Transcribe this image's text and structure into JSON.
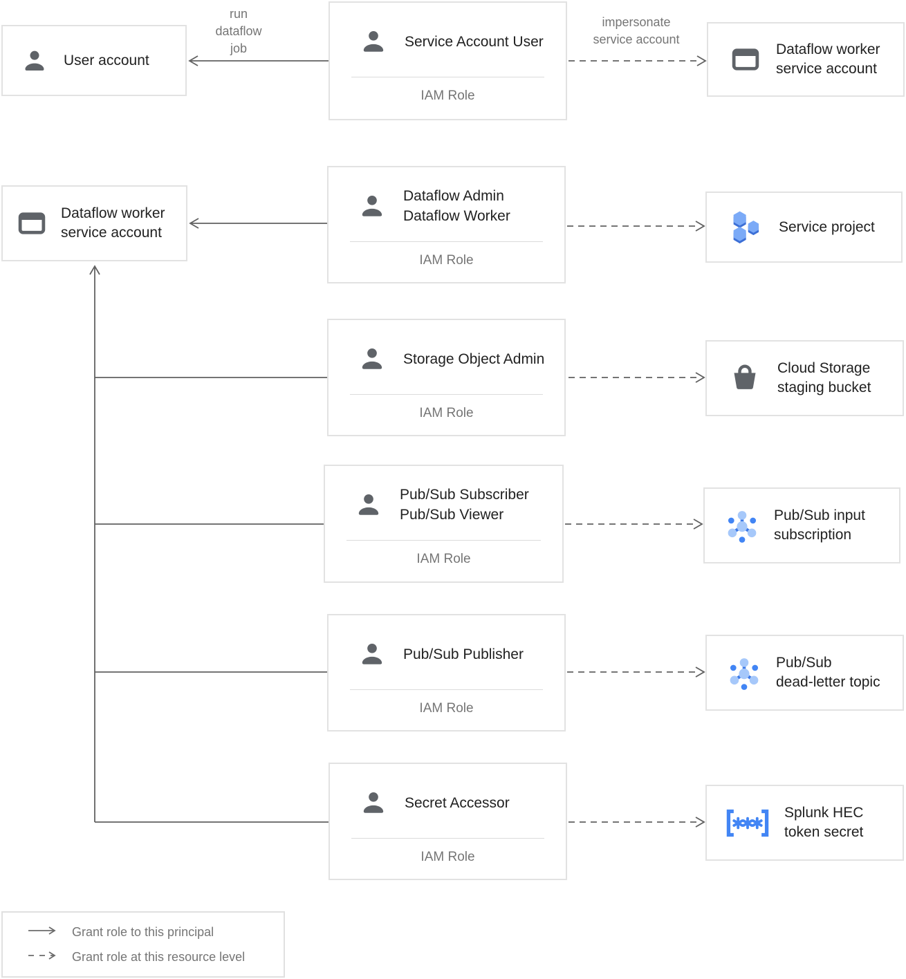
{
  "boxes": {
    "user_account": {
      "label": "User account"
    },
    "sa_user_role": {
      "title": "Service Account User",
      "subtitle": "IAM Role"
    },
    "dw_sa_top": {
      "line1": "Dataflow worker",
      "line2": "service account"
    },
    "dw_sa_left": {
      "line1": "Dataflow worker",
      "line2": "service account"
    },
    "dataflow_role": {
      "title1": "Dataflow Admin",
      "title2": "Dataflow Worker",
      "subtitle": "IAM Role"
    },
    "service_project": {
      "label": "Service project"
    },
    "storage_role": {
      "title": "Storage Object Admin",
      "subtitle": "IAM Role"
    },
    "staging_bucket": {
      "line1": "Cloud Storage",
      "line2": "staging bucket"
    },
    "pubsub_sub_role": {
      "title1": "Pub/Sub Subscriber",
      "title2": "Pub/Sub Viewer",
      "subtitle": "IAM Role"
    },
    "pubsub_input": {
      "line1": "Pub/Sub input",
      "line2": "subscription"
    },
    "pubsub_pub_role": {
      "title": "Pub/Sub Publisher",
      "subtitle": "IAM Role"
    },
    "pubsub_dlt": {
      "line1": "Pub/Sub",
      "line2": "dead-letter topic"
    },
    "secret_role": {
      "title": "Secret Accessor",
      "subtitle": "IAM Role"
    },
    "splunk_secret": {
      "line1": "Splunk HEC",
      "line2": "token secret"
    }
  },
  "edge_labels": {
    "run_dataflow_job": {
      "line1": "run",
      "line2": "dataflow",
      "line3": "job"
    },
    "impersonate": {
      "line1": "impersonate",
      "line2": "service account"
    }
  },
  "legend": {
    "solid_label": "Grant role to this principal",
    "dashed_label": "Grant role at this resource level"
  },
  "icons": {
    "person": "person-icon",
    "service_account": "service-account-card-icon",
    "project": "project-hexagons-icon",
    "bucket": "storage-bucket-icon",
    "pubsub": "pubsub-graph-icon",
    "secret": "secret-brackets-icon"
  },
  "colors": {
    "title_text": "#212121",
    "muted_text": "#757575",
    "icon_gray": "#5F6368",
    "line_gray": "#616161",
    "box_border": "#E2E2E2",
    "accent_blue": "#4285F4",
    "hex_light": "#7BAAF7",
    "hex_dark": "#3C6FD6",
    "pubsub_light": "#A6C8FA",
    "pubsub_spoke": "#3B78E7"
  }
}
